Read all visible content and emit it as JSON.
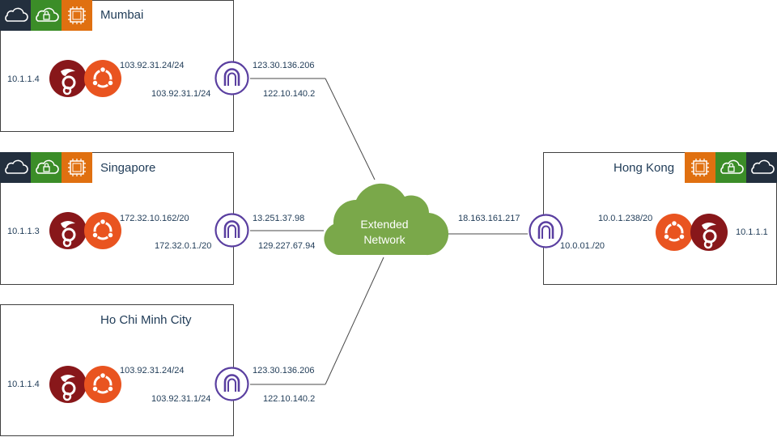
{
  "colors": {
    "line": "#4a4a4a",
    "cloud_green": "#7aa84a",
    "router_purple": "#5a3fa0",
    "ubuntu_orange": "#e95420",
    "wireguard_red": "#88171a",
    "badge_dark": "#232f3e",
    "badge_green": "#3b8d28",
    "badge_orange": "#e07010",
    "text_blue": "#1f3b57"
  },
  "icons": {
    "cloud_badge": "cloud-icon",
    "vpc_badge": "lock-cloud-icon",
    "ec2_badge": "chip-icon",
    "router": "internet-gateway-icon",
    "ubuntu": "ubuntu-icon",
    "wireguard": "wireguard-icon"
  },
  "cloud": {
    "label_line1": "Extended",
    "label_line2": "Network"
  },
  "sites": {
    "mumbai": {
      "name": "Mumbai",
      "host_ip": "10.1.1.4",
      "lan_ip": "103.92.31.24/24",
      "gw_ip": "103.92.31.1/24",
      "public_ip": "123.30.136.206",
      "private_ip": "122.10.140.2"
    },
    "singapore": {
      "name": "Singapore",
      "host_ip": "10.1.1.3",
      "lan_ip": "172.32.10.162/20",
      "gw_ip": "172.32.0.1./20",
      "public_ip": "13.251.37.98",
      "private_ip": "129.227.67.94"
    },
    "hcmc": {
      "name": "Ho Chi Minh City",
      "host_ip": "10.1.1.4",
      "lan_ip": "103.92.31.24/24",
      "gw_ip": "103.92.31.1/24",
      "public_ip": "123.30.136.206",
      "private_ip": "122.10.140.2"
    },
    "hongkong": {
      "name": "Hong Kong",
      "host_ip": "10.1.1.1",
      "lan_ip": "10.0.1.238/20",
      "gw_ip": "10.0.01./20",
      "public_ip": "18.163.161.217"
    }
  }
}
